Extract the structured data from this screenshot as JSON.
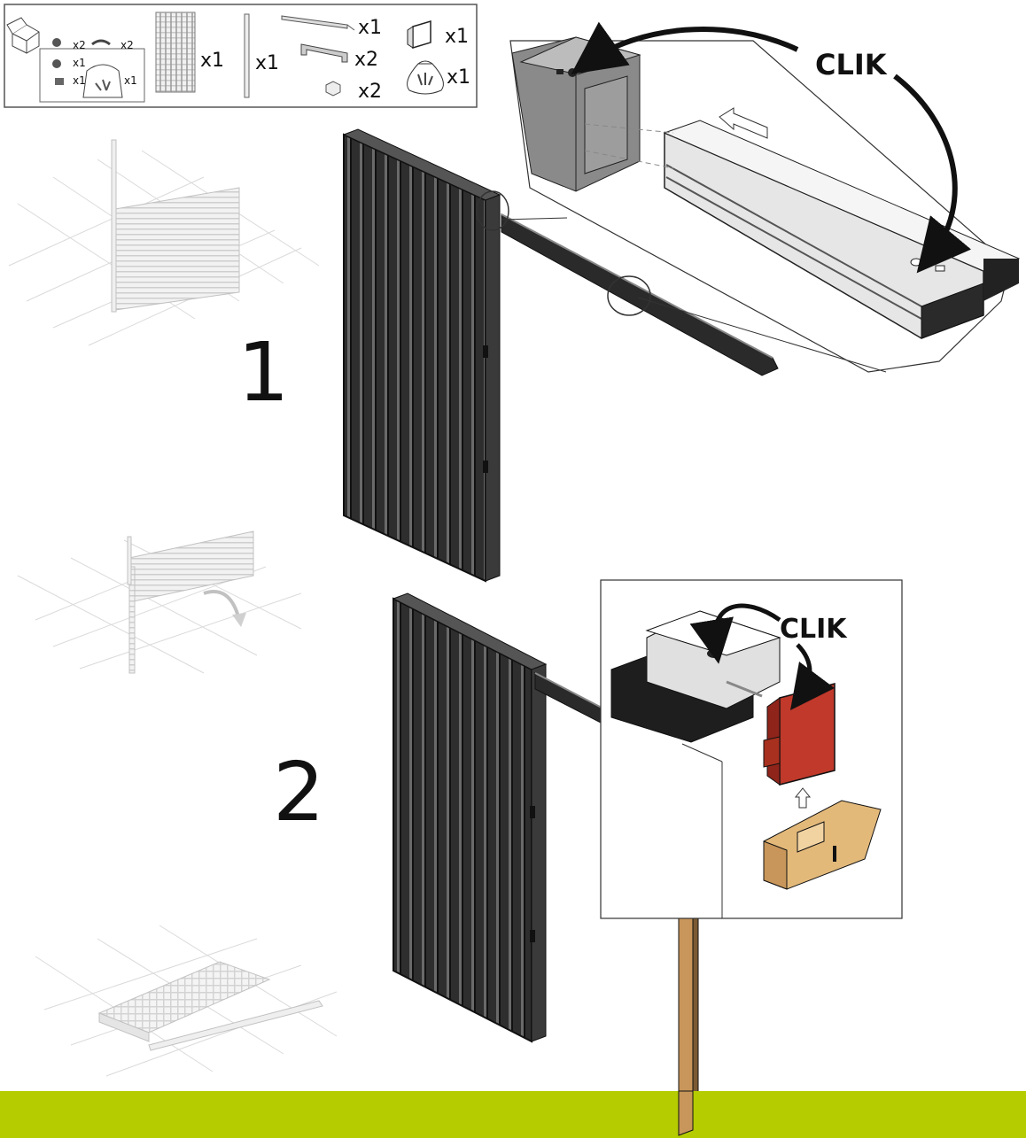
{
  "parts_box": {
    "items": [
      {
        "icon": "hardware-kit-icon",
        "quantities": [
          "x2",
          "x2",
          "x1",
          "x1",
          "x1"
        ]
      },
      {
        "icon": "wall-panel-icon",
        "quantity": "x1"
      },
      {
        "icon": "vertical-post-icon",
        "quantity": "x1"
      },
      {
        "icon": "long-rail-icon",
        "quantity": "x1"
      },
      {
        "icon": "bracket-icon",
        "quantity": "x2"
      },
      {
        "icon": "small-clip-icon",
        "quantity": "x2"
      },
      {
        "icon": "end-cap-icon",
        "quantity": "x1"
      },
      {
        "icon": "screw-bag-icon",
        "quantity": "x1"
      }
    ]
  },
  "steps": [
    {
      "number": "1",
      "callout_label": "CLIK"
    },
    {
      "number": "2",
      "callout_label": "CLIK"
    }
  ],
  "colors": {
    "panel": "#2a2a2a",
    "end_cap": "#c0392b",
    "wood_post": "#c8965a",
    "ground_band": "#b5cc00"
  }
}
